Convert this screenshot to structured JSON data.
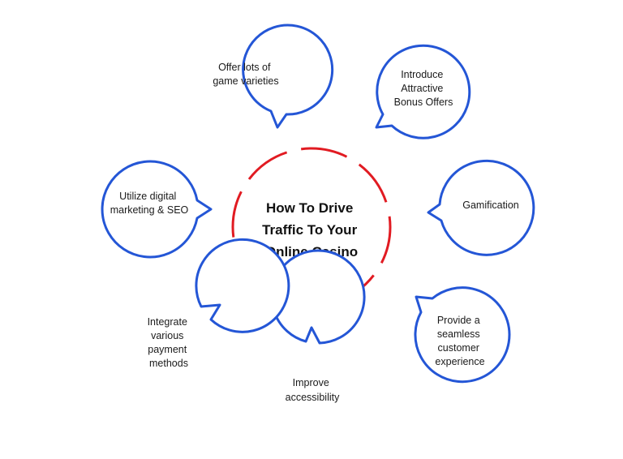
{
  "center": {
    "lines": [
      "How To Drive",
      "Traffic To Your",
      "Online Casino"
    ]
  },
  "bubbles": [
    {
      "id": "game-varieties",
      "lines": [
        "Offer lots of",
        "game varieties"
      ]
    },
    {
      "id": "bonus-offers",
      "lines": [
        "Introduce",
        "Attractive",
        "Bonus Offers"
      ]
    },
    {
      "id": "gamification",
      "lines": [
        "Gamification"
      ]
    },
    {
      "id": "customer-experience",
      "lines": [
        "Provide a",
        "seamless",
        "customer",
        "experience"
      ]
    },
    {
      "id": "accessibility",
      "lines": [
        "Improve",
        "accessibility"
      ]
    },
    {
      "id": "payment-methods",
      "lines": [
        "Integrate",
        "various",
        "payment",
        "methods"
      ]
    },
    {
      "id": "digital-marketing",
      "lines": [
        "Utilize digital",
        "marketing & SEO"
      ]
    }
  ],
  "colors": {
    "bubble_stroke": "#2456d6",
    "center_stroke": "#e11b22",
    "text": "#1a1a1a"
  }
}
